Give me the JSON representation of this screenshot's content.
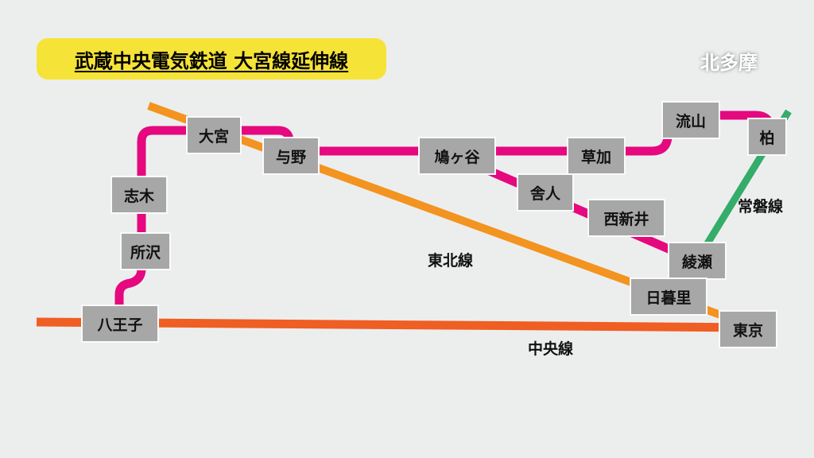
{
  "title": "武蔵中央電気鉄道 大宮線延伸線",
  "region": "北多摩",
  "colors": {
    "background": "#eceeee",
    "title_bg": "#f6e338",
    "station_bg": "#a7a7a7",
    "omiya_extension_line": "#e5087e",
    "tohoku_line": "#f39320",
    "chuo_line": "#ef5e23",
    "joban_line": "#35ac6a"
  },
  "stations": {
    "hachioji": "八王子",
    "tokorozawa": "所沢",
    "shiki": "志木",
    "omiya": "大宮",
    "yono": "与野",
    "hatogaya": "鳩ヶ谷",
    "soka": "草加",
    "nagareyama": "流山",
    "kashiwa": "柏",
    "toneri": "舎人",
    "nishiarai": "西新井",
    "ayase": "綾瀬",
    "nippori": "日暮里",
    "tokyo": "東京"
  },
  "line_labels": {
    "tohoku": "東北線",
    "joban": "常磐線",
    "chuo": "中央線"
  }
}
